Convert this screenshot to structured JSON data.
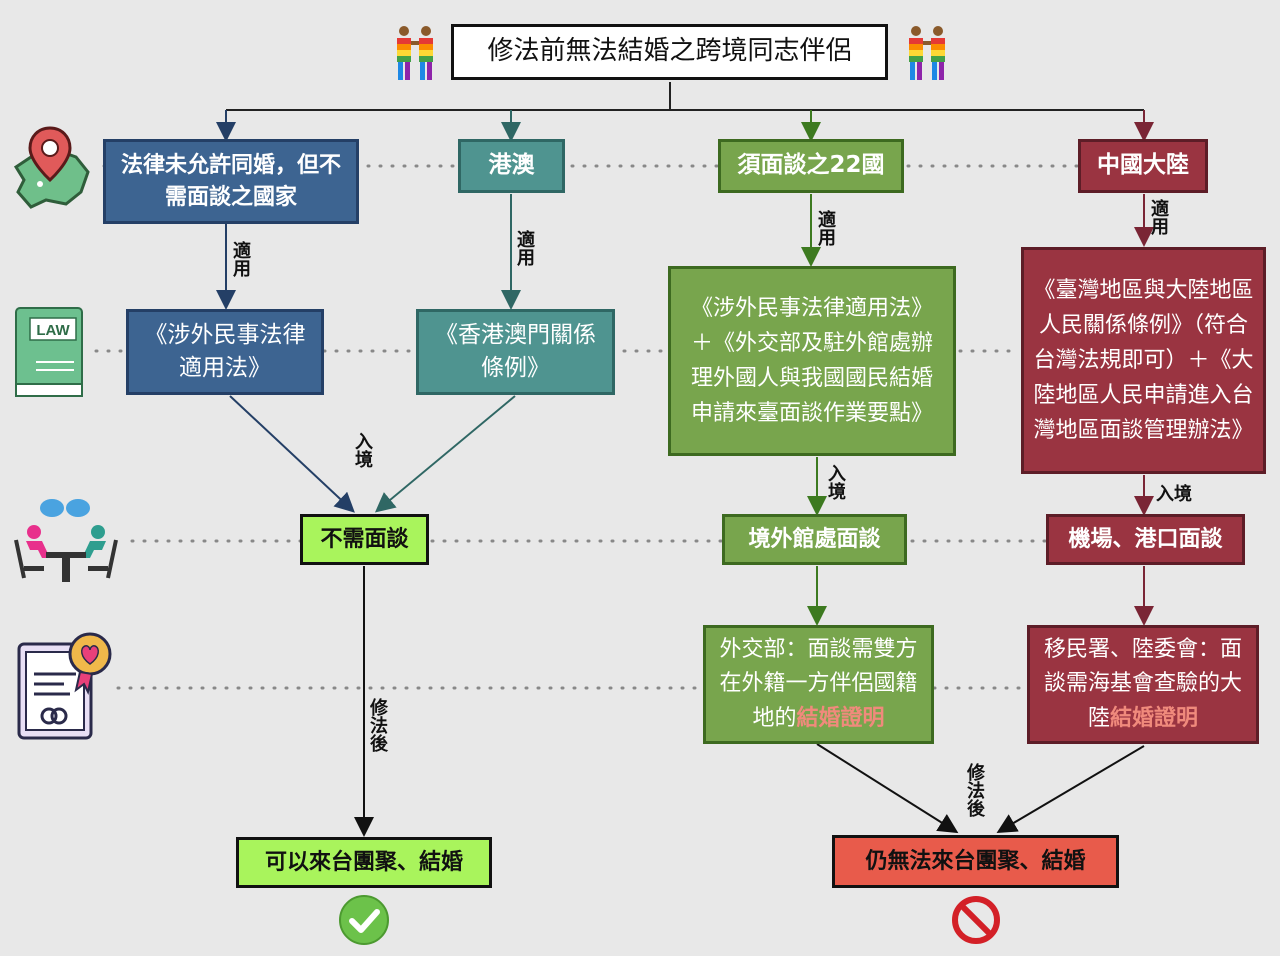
{
  "title": "修法前無法結婚之跨境同志伴侶",
  "categories": {
    "no_interview": "法律未允許同婚，但不需面談之國家",
    "hk_macau": "港澳",
    "interview_22": "須面談之22國",
    "mainland": "中國大陸"
  },
  "laws": {
    "foreign_civil": "《涉外民事法律適用法》",
    "hk_macau_act": "《香港澳門關係條例》",
    "interview_22": "《涉外民事法律適用法》＋《外交部及駐外館處辦理外國人與我國國民結婚申請來臺面談作業要點》",
    "mainland": "《臺灣地區與大陸地區人民關係條例》（符合台灣法規即可）＋《大陸地區人民申請進入台灣地區面談管理辦法》"
  },
  "interviews": {
    "none": "不需面談",
    "overseas": "境外館處面談",
    "airport": "機場、港口面談"
  },
  "requirements": {
    "mofa_prefix": "外交部：面談需雙方在外籍一方伴侶國籍地的",
    "mofa_highlight": "結婚證明",
    "immigration_prefix": "移民署、陸委會：面談需海基會查驗的大陸",
    "immigration_highlight": "結婚證明"
  },
  "outcomes": {
    "can_marry": "可以來台團聚、結婚",
    "still_cannot": "仍無法來台團聚、結婚"
  },
  "edge_labels": {
    "applies": "適用",
    "entry": "入境",
    "entry_h": "入境",
    "after_amend": "修法後"
  },
  "icons": {
    "map_pin": "map-pin-icon",
    "law_book": "law-book-icon",
    "meeting": "meeting-icon",
    "certificate": "marriage-certificate-icon",
    "check": "check-icon",
    "no": "no-entry-icon",
    "couple": "rainbow-couple-icon"
  },
  "colors": {
    "blue": "#3d6491",
    "teal": "#4f9490",
    "green": "#78a54d",
    "maroon": "#9a3441",
    "lime": "#a9f45c",
    "red": "#e85b4b"
  }
}
